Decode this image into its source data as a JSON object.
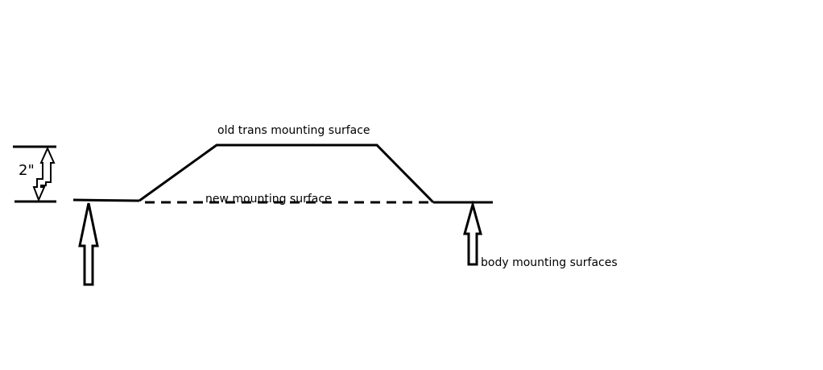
{
  "diagram": {
    "labels": {
      "old_surface": "old trans mounting surface",
      "new_surface": "new mounting surface",
      "body_surfaces": "body mounting surfaces",
      "dimension": "2\""
    },
    "colors": {
      "line": "#000000",
      "background": "#ffffff"
    },
    "icons": {
      "up_arrow": "hollow-up-arrow",
      "dimension_arrow": "hollow-double-arrow"
    }
  }
}
